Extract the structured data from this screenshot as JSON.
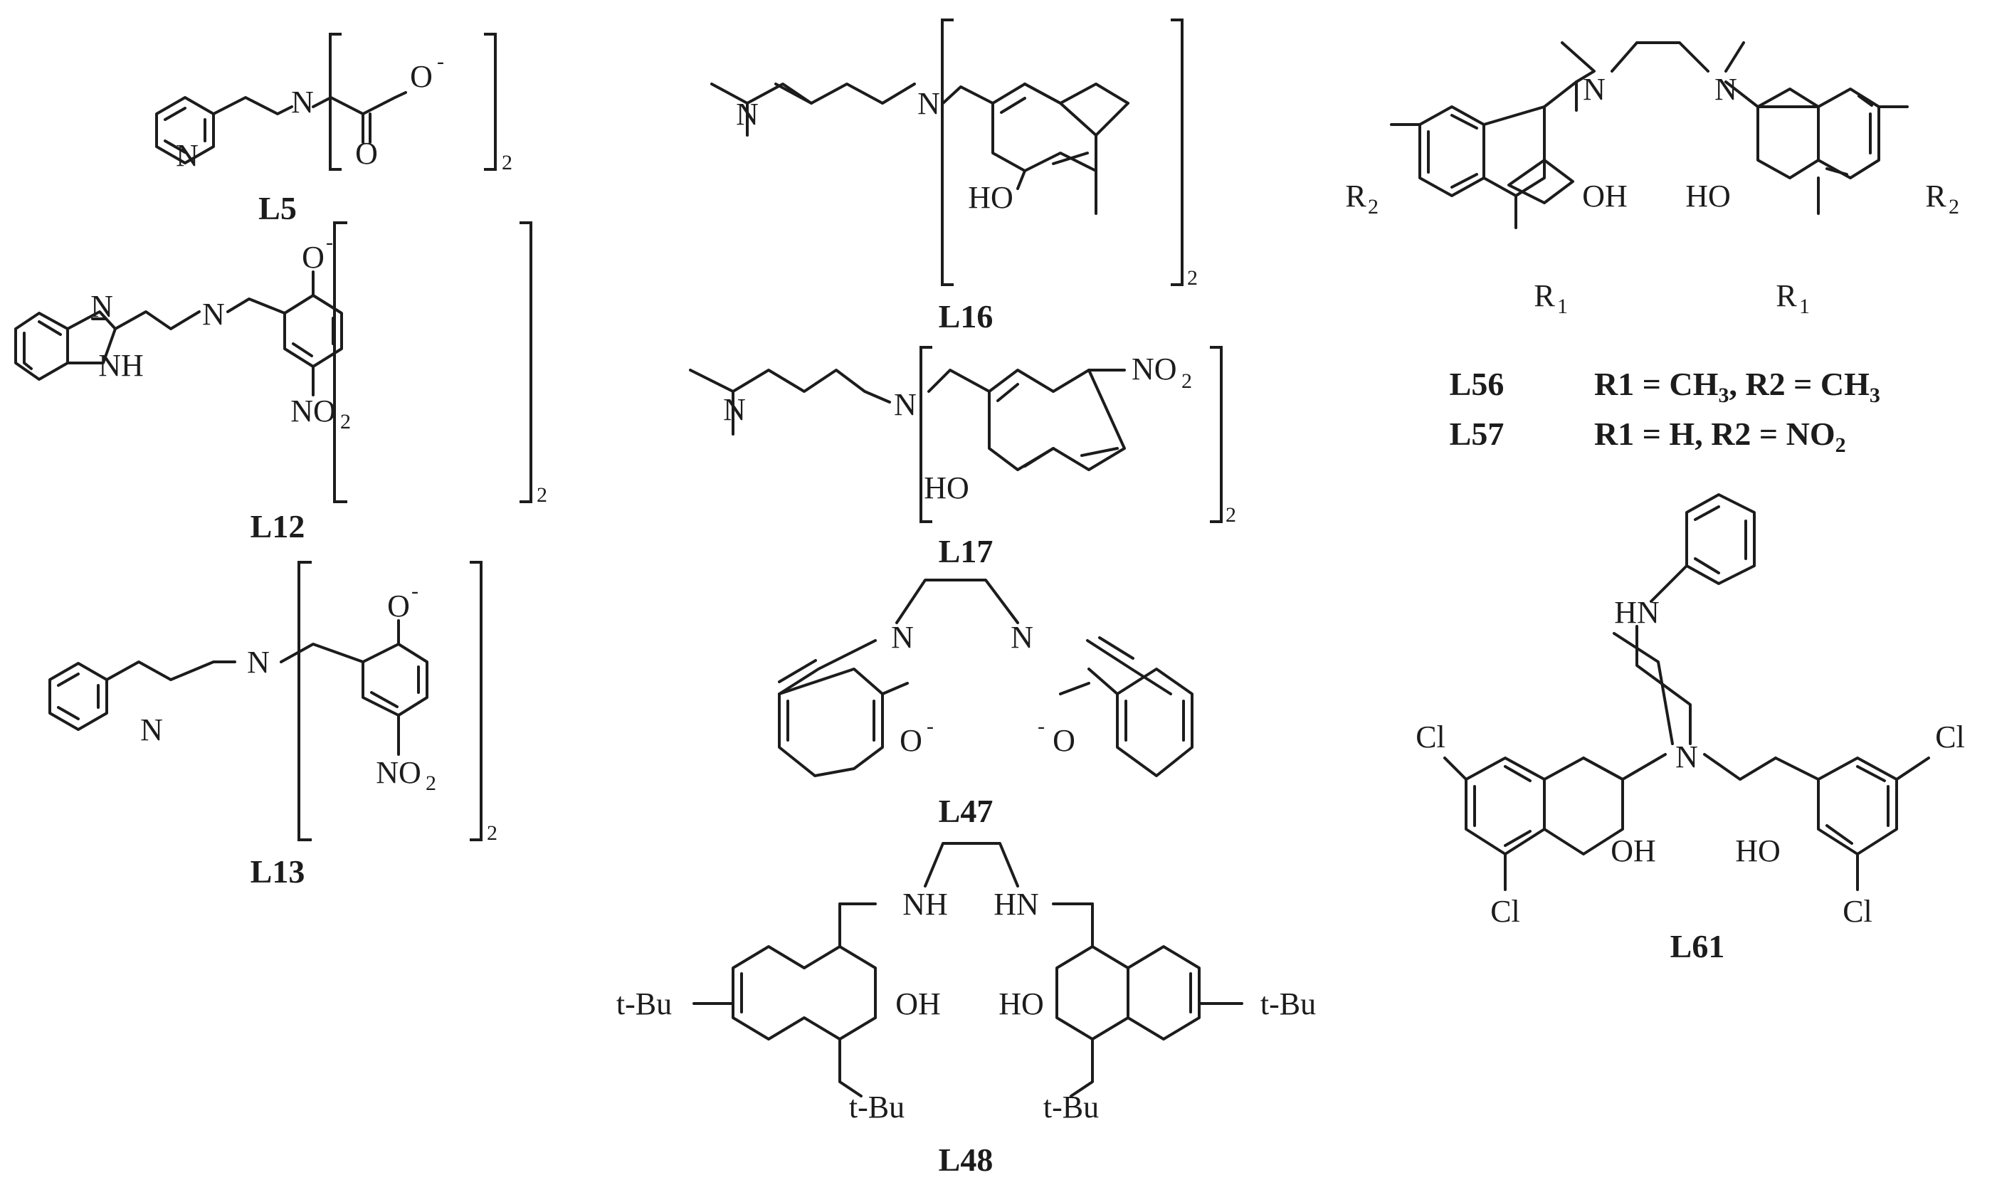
{
  "compounds": {
    "L5": {
      "label": "L5"
    },
    "L12": {
      "label": "L12"
    },
    "L13": {
      "label": "L13"
    },
    "L16": {
      "label": "L16"
    },
    "L17": {
      "label": "L17"
    },
    "L47": {
      "label": "L47"
    },
    "L48": {
      "label": "L48"
    },
    "L56": {
      "label": "L56",
      "substituents": "R1 = CH3, R2 = CH3"
    },
    "L57": {
      "label": "L57",
      "substituents": "R1 = H, R2 = NO2"
    },
    "L61": {
      "label": "L61"
    }
  },
  "atoms": {
    "N": "N",
    "NH": "NH",
    "HN": "HN",
    "O": "O",
    "OH": "OH",
    "HO": "HO",
    "Cl": "Cl",
    "tBu": "t-Bu",
    "R": "R",
    "NO": "NO",
    "minus": "-",
    "two": "2",
    "one": "1",
    "three": "3"
  },
  "text": {
    "R1eqCH": "R1 = CH",
    "R2eqCH": ", R2 = CH",
    "R1eqH": "R1 = H, R2 = NO"
  },
  "colors": {
    "ink": "#1c1c1c",
    "background": "#ffffff"
  }
}
